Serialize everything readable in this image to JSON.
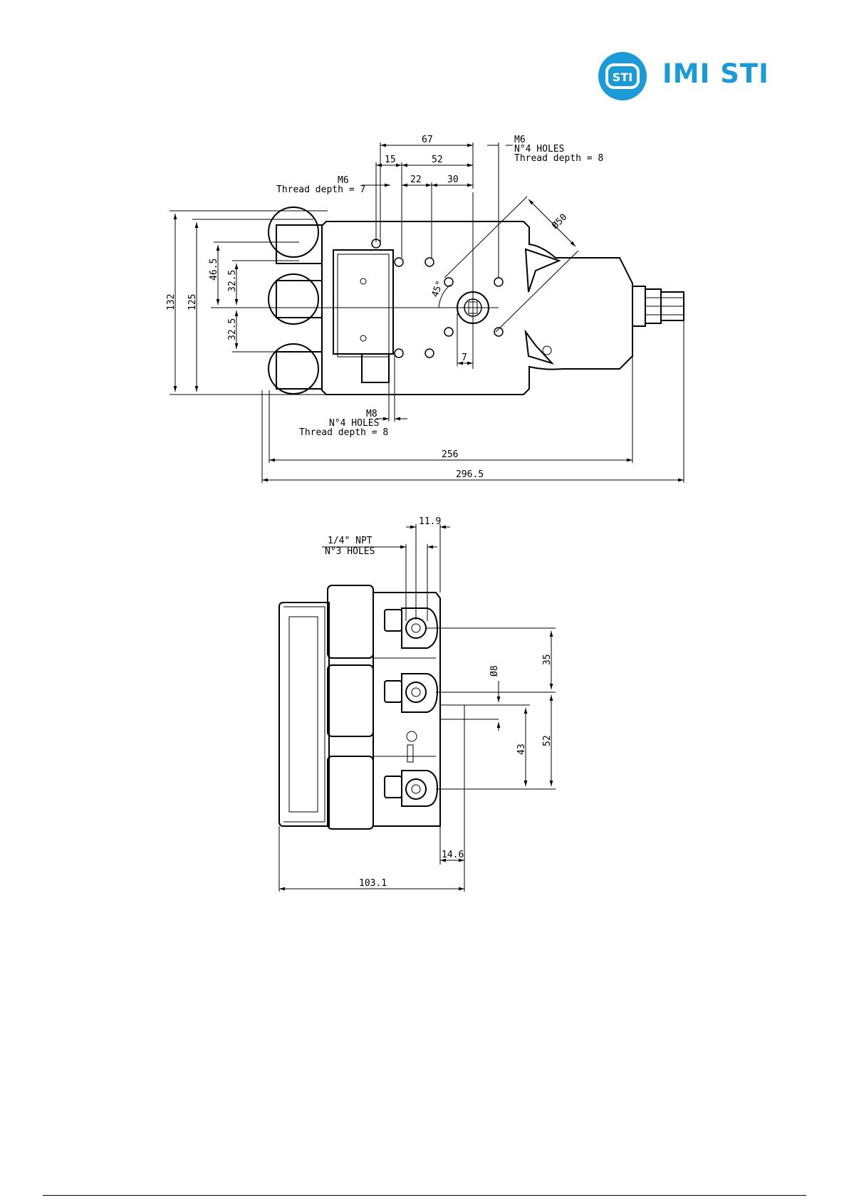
{
  "brand": {
    "name": "IMI STI",
    "badge": "STI",
    "color": "#1a9ad7"
  },
  "top_view": {
    "dims": {
      "d67": "67",
      "d15": "15",
      "d52": "52",
      "d22": "22",
      "d30": "30",
      "d50": "Ø50",
      "d45deg": "45°",
      "d7": "7",
      "d132": "132",
      "d125": "125",
      "d46_5": "46.5",
      "d32_5a": "32.5",
      "d32_5b": "32.5",
      "d256": "256",
      "d296_5": "296.5"
    },
    "callouts": {
      "m6_top_right": [
        "M6",
        "N°4 HOLES",
        "Thread depth = 8"
      ],
      "m6_top_left": [
        "M6",
        "Thread depth = 7"
      ],
      "m8_bottom": [
        "M8",
        "N°4 HOLES",
        "Thread depth = 8"
      ]
    }
  },
  "side_view": {
    "dims": {
      "d11_9": "11.9",
      "d8": "Ø8",
      "d35": "35",
      "d52": "52",
      "d43": "43",
      "d14_6": "14.6",
      "d103_1": "103.1"
    },
    "callouts": {
      "npt": [
        "1/4\" NPT",
        "N°3 HOLES"
      ]
    }
  }
}
